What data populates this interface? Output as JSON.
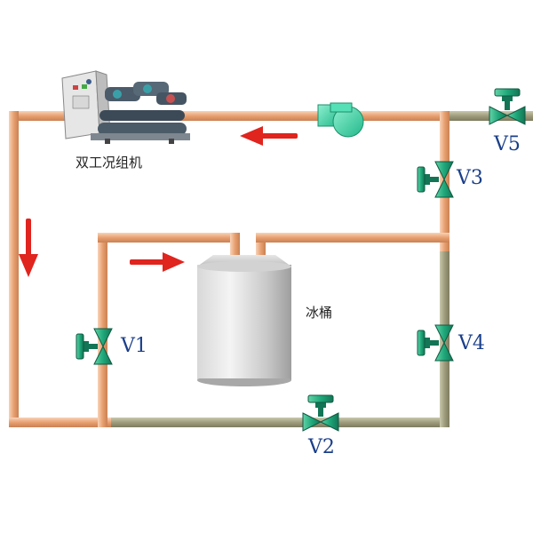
{
  "labels": {
    "chiller": "双工况组机",
    "tank": "冰桶",
    "valves": {
      "v1": "V1",
      "v2": "V2",
      "v3": "V3",
      "v4": "V4",
      "v5": "V5"
    }
  },
  "colors": {
    "copper_pipe": "#e8a878",
    "steel_pipe": "#a3a183",
    "arrow": "#e0241e",
    "valve": "#1fa87a",
    "pump": "#3ed6a8",
    "label": "#1a3f8a"
  },
  "icons": {
    "chiller": "chiller-unit-icon",
    "pump": "pump-icon",
    "tank": "ice-tank-icon",
    "valve": "valve-icon"
  }
}
